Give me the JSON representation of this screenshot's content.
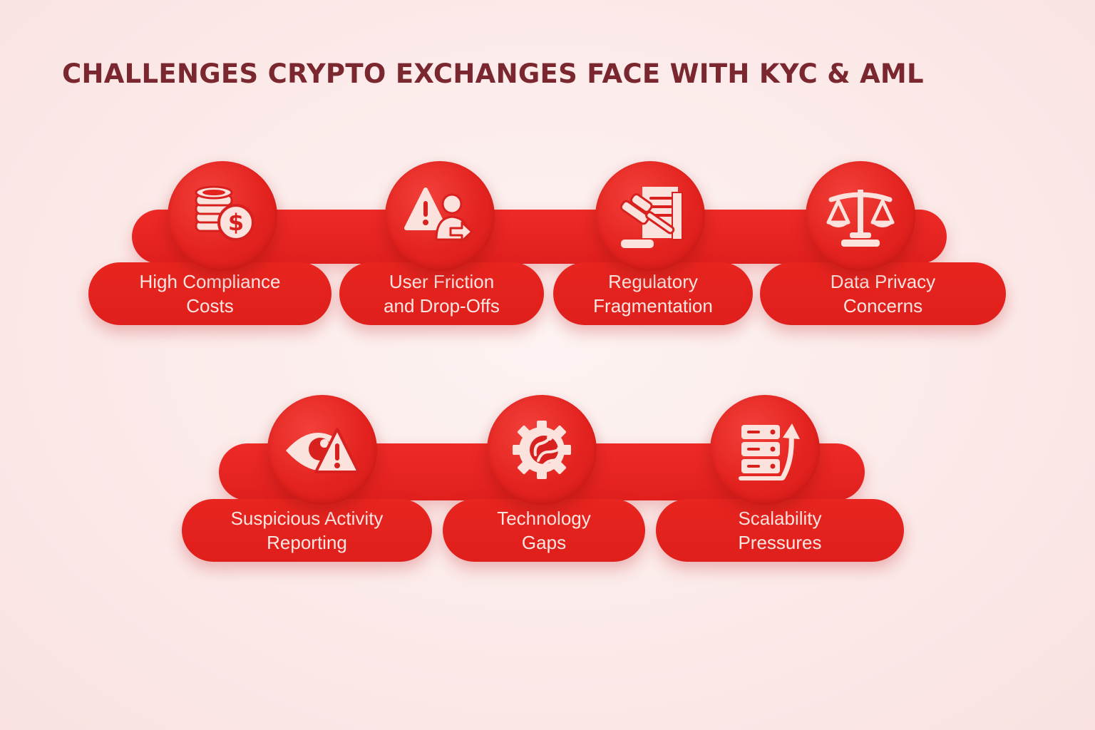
{
  "title": "CHALLENGES CRYPTO EXCHANGES FACE WITH KYC & AML",
  "colors": {
    "title": "#7a2730",
    "accent_red": "#e4231f",
    "icon_fill": "#fbe2dd",
    "background": "#fbebea"
  },
  "rows": [
    {
      "items": [
        {
          "icon": "coins-dollar-icon",
          "line1": "High Compliance",
          "line2": "Costs"
        },
        {
          "icon": "warning-user-exit-icon",
          "line1": "User Friction",
          "line2": "and Drop-Offs"
        },
        {
          "icon": "gavel-document-icon",
          "line1": "Regulatory",
          "line2": "Fragmentation"
        },
        {
          "icon": "scales-icon",
          "line1": "Data Privacy",
          "line2": "Concerns"
        }
      ]
    },
    {
      "items": [
        {
          "icon": "eye-warning-icon",
          "line1": "Suspicious Activity",
          "line2": "Reporting"
        },
        {
          "icon": "gear-circuit-icon",
          "line1": "Technology",
          "line2": "Gaps"
        },
        {
          "icon": "server-growth-icon",
          "line1": "Scalability",
          "line2": "Pressures"
        }
      ]
    }
  ]
}
